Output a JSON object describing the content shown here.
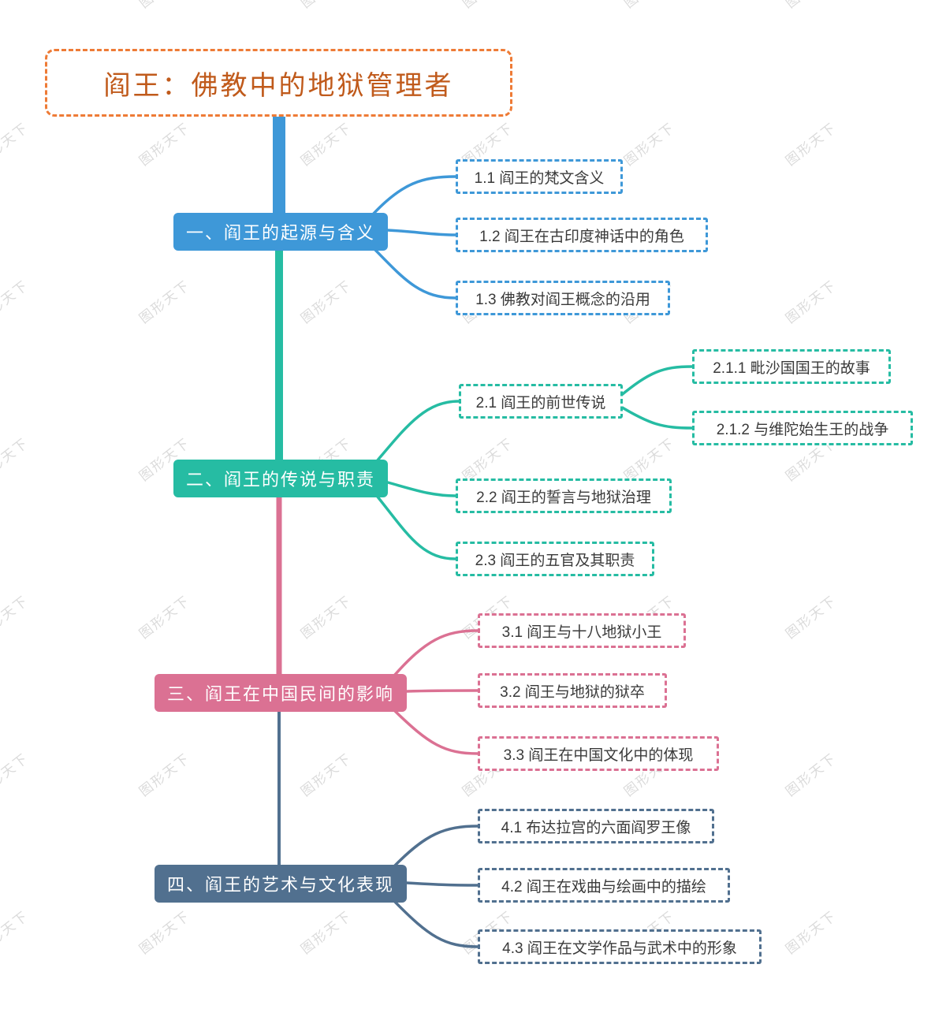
{
  "title": "阎王：佛教中的地狱管理者",
  "watermark": {
    "text": "图形天下"
  },
  "palette": {
    "root_border": "#EE7B36",
    "root_text": "#C05A1B",
    "branch1_blue": "#3E98D8",
    "branch2_teal": "#26BCA3",
    "branch3_pink": "#DB7193",
    "branch4_slate": "#51708F",
    "node_text": "#3A3A3A"
  },
  "branches": [
    {
      "label": "一、阎王的起源与含义",
      "children": [
        {
          "label": "1.1 阎王的梵文含义"
        },
        {
          "label": "1.2 阎王在古印度神话中的角色"
        },
        {
          "label": "1.3 佛教对阎王概念的沿用"
        }
      ]
    },
    {
      "label": "二、阎王的传说与职责",
      "children": [
        {
          "label": "2.1 阎王的前世传说",
          "children": [
            {
              "label": "2.1.1 毗沙国国王的故事"
            },
            {
              "label": "2.1.2 与维陀始生王的战争"
            }
          ]
        },
        {
          "label": "2.2 阎王的誓言与地狱治理"
        },
        {
          "label": "2.3 阎王的五官及其职责"
        }
      ]
    },
    {
      "label": "三、阎王在中国民间的影响",
      "children": [
        {
          "label": "3.1 阎王与十八地狱小王"
        },
        {
          "label": "3.2 阎王与地狱的狱卒"
        },
        {
          "label": "3.3 阎王在中国文化中的体现"
        }
      ]
    },
    {
      "label": "四、阎王的艺术与文化表现",
      "children": [
        {
          "label": "4.1 布达拉宫的六面阎罗王像"
        },
        {
          "label": "4.2 阎王在戏曲与绘画中的描绘"
        },
        {
          "label": "4.3 阎王在文学作品与武术中的形象"
        }
      ]
    }
  ]
}
